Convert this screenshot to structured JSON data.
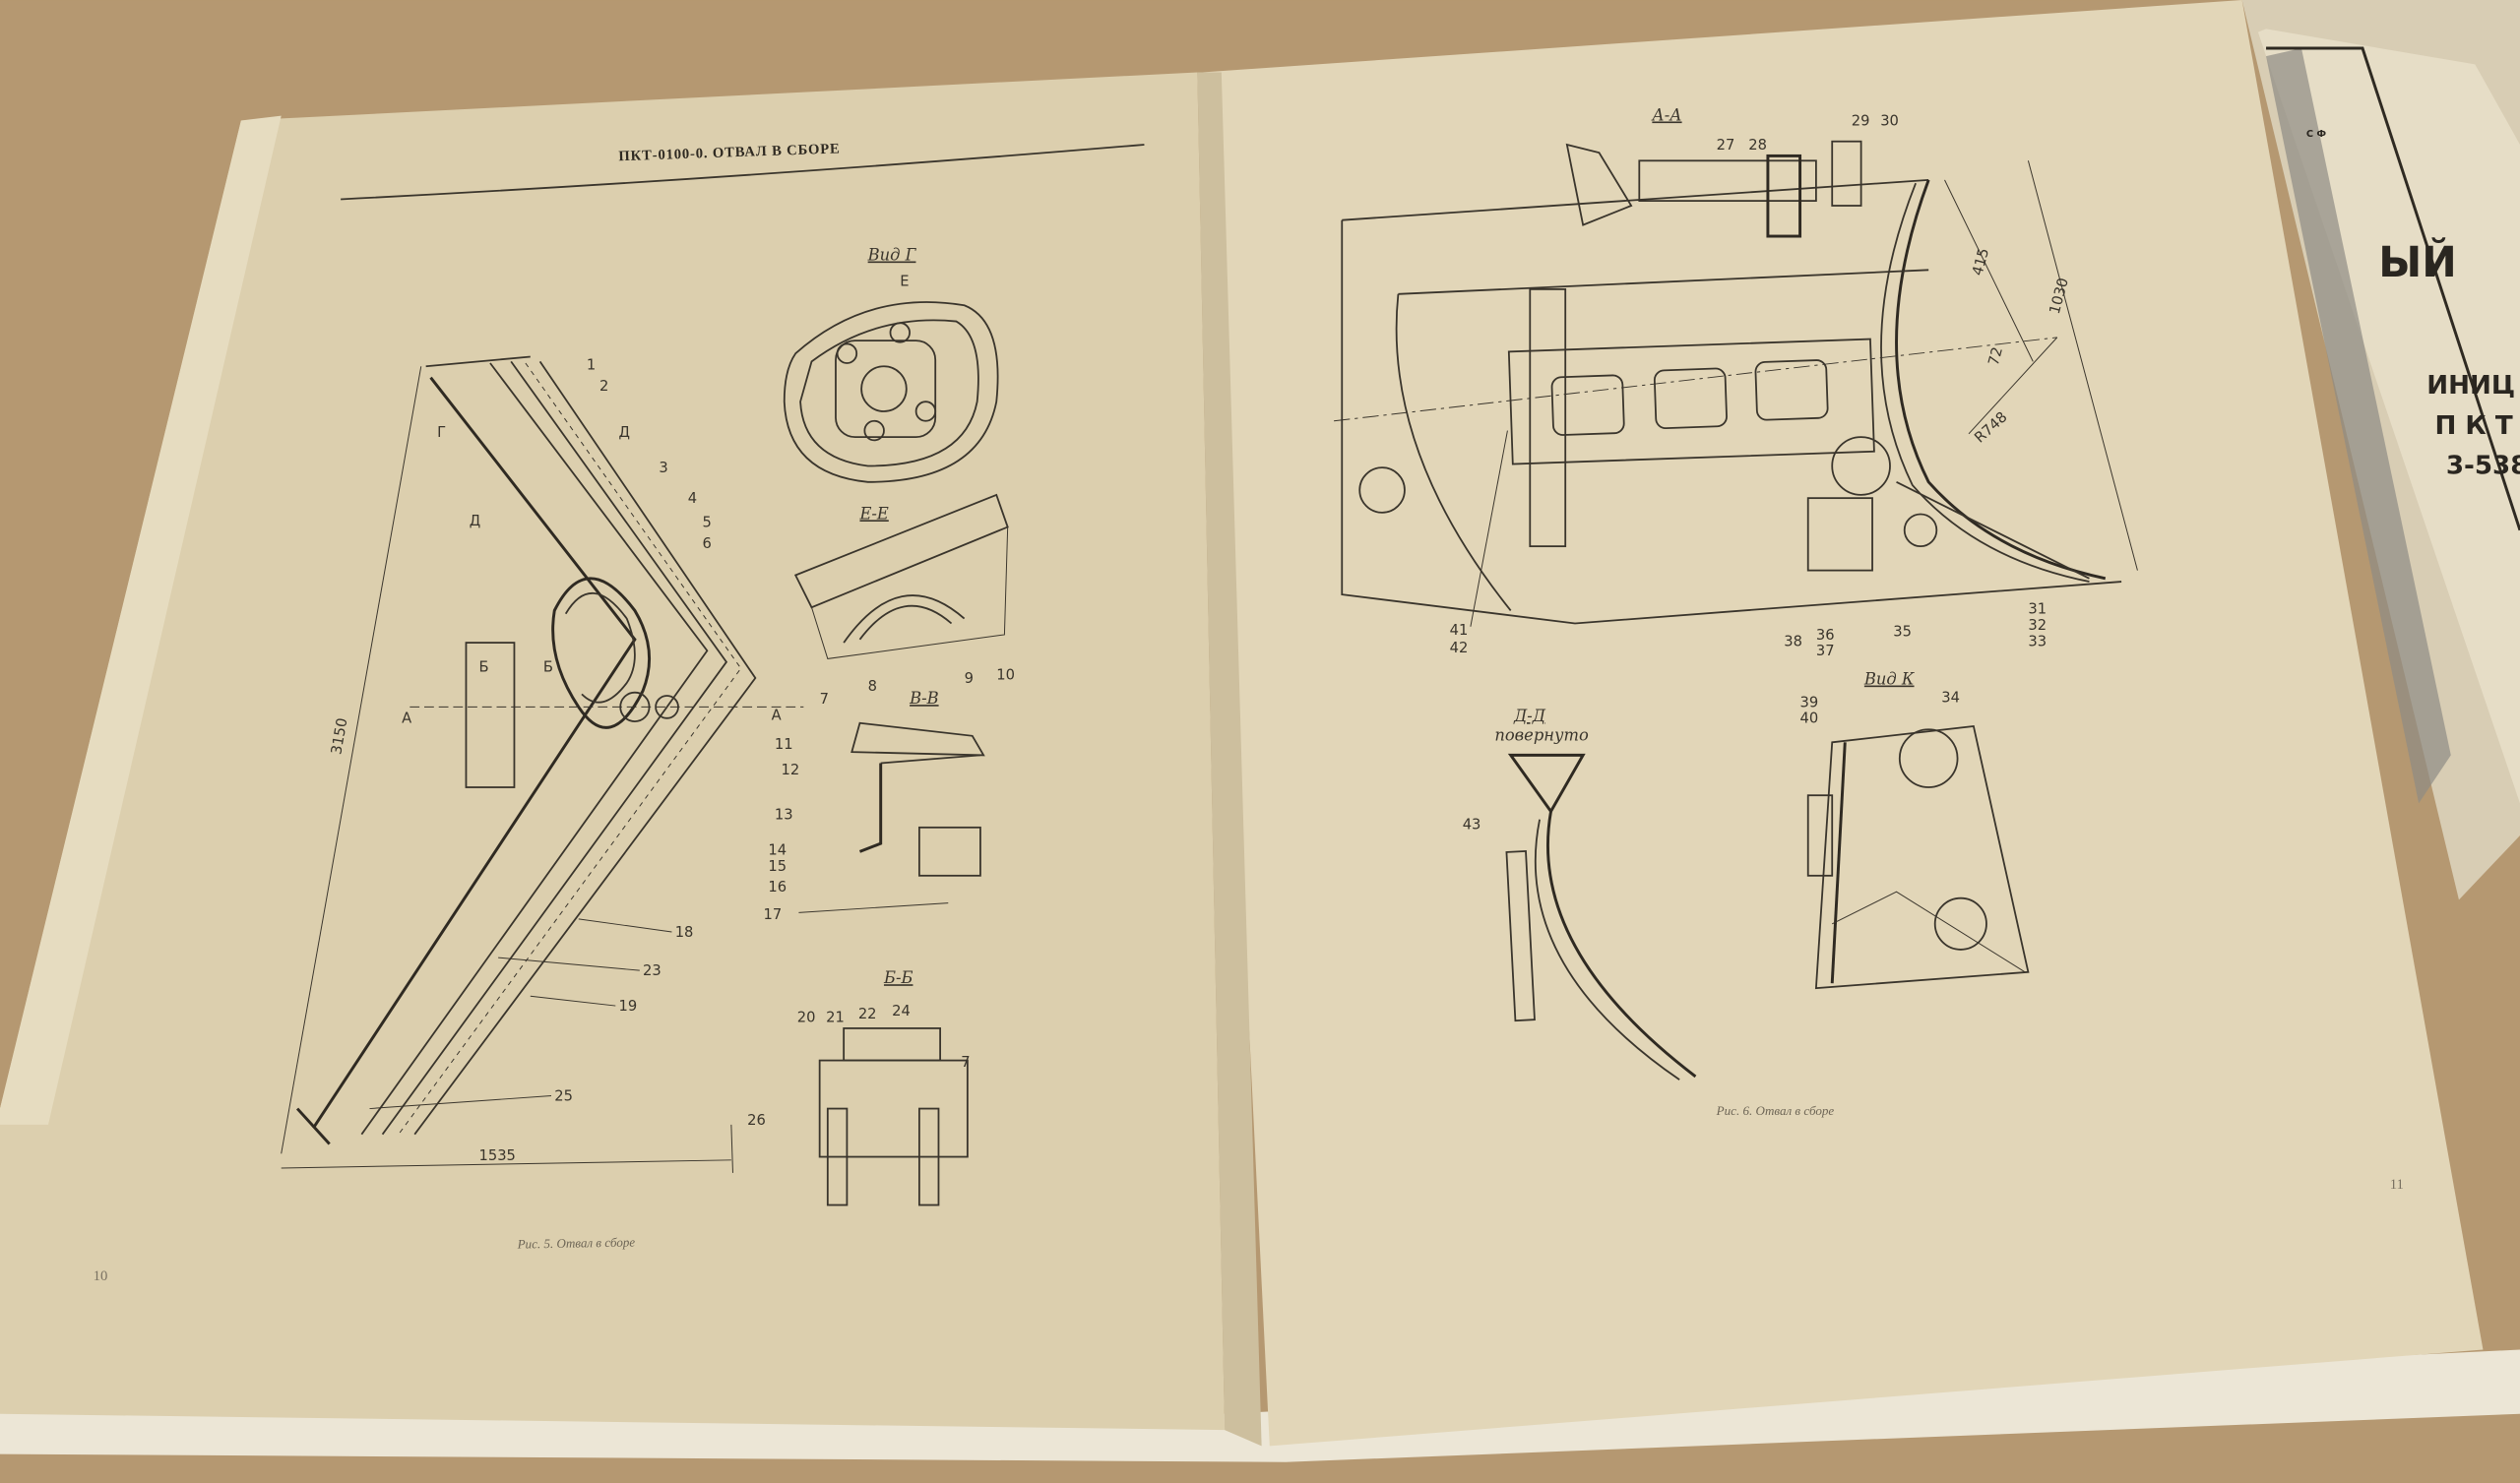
{
  "left_page": {
    "header": "ПКТ-0100-0. ОТВАЛ В СБОРЕ",
    "caption": "Рис. 5. Отвал в сборе",
    "page_number": "10",
    "views": {
      "vid_g": "Вид Г",
      "e_e": "Е-Е",
      "v_v": "В-В",
      "b_b": "Б-Б"
    },
    "section_marks": {
      "g": "Г",
      "d": "Д",
      "a": "А",
      "b": "Б",
      "e": "Е"
    },
    "dimensions": {
      "height": "3150",
      "width": "1535"
    },
    "part_numbers": [
      "1",
      "2",
      "3",
      "4",
      "5",
      "6",
      "7",
      "8",
      "9",
      "10",
      "11",
      "12",
      "13",
      "14",
      "15",
      "16",
      "17",
      "18",
      "19",
      "20",
      "21",
      "22",
      "23",
      "24",
      "25",
      "26"
    ]
  },
  "right_page": {
    "caption": "Рис. 6. Отвал в сборе",
    "page_number": "11",
    "views": {
      "a_a": "А-А",
      "d_d": "Д-Д",
      "d_d_note": "повернуто",
      "vid_k": "Вид К"
    },
    "dimensions": {
      "d1": "415",
      "d2": "1030",
      "d3": "72",
      "radius": "R748"
    },
    "part_numbers": [
      "27",
      "28",
      "29",
      "30",
      "31",
      "32",
      "33",
      "34",
      "35",
      "36",
      "37",
      "38",
      "39",
      "40",
      "41",
      "42",
      "43"
    ]
  },
  "cover": {
    "mark": "С Ф",
    "line1": "ЫЙ",
    "line2": "ИНИЦ",
    "line3": "П К Т",
    "line4": "3-538"
  }
}
